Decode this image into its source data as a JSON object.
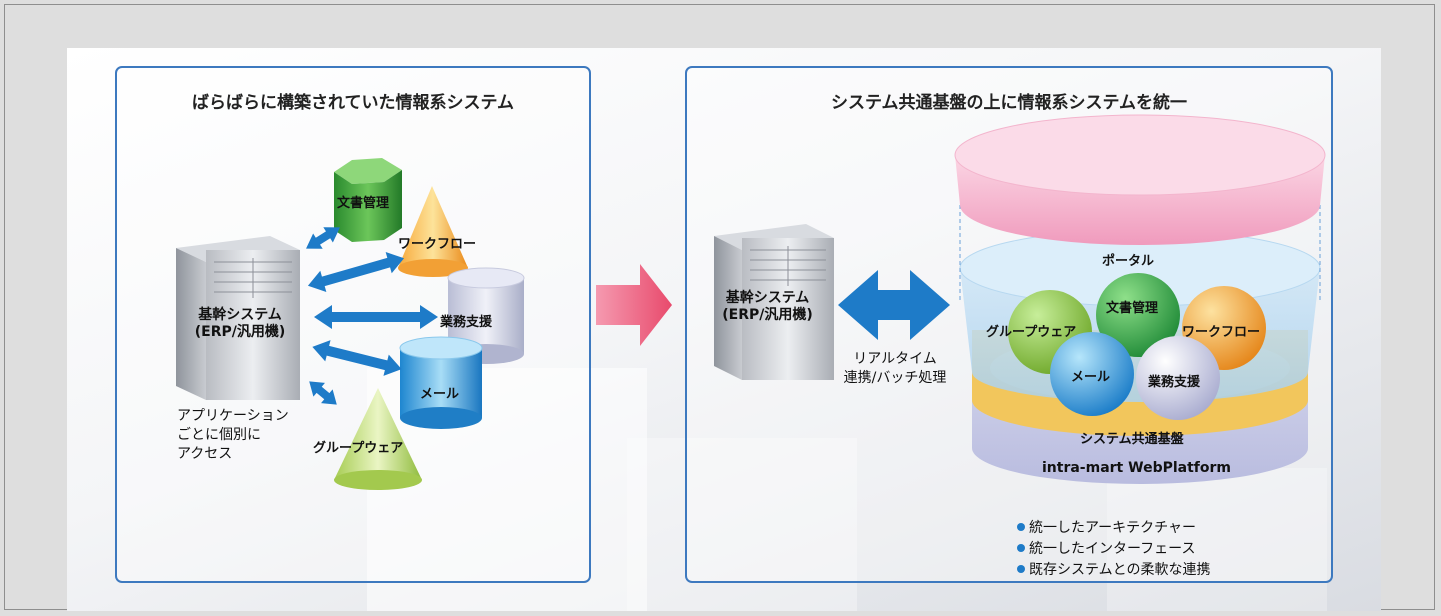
{
  "left_panel": {
    "title": "ばらばらに構築されていた情報系システム",
    "core_system": [
      "基幹システム",
      "(ERP/汎用機)"
    ],
    "nodes": {
      "document": "文書管理",
      "workflow": "ワークフロー",
      "business": "業務支援",
      "mail": "メール",
      "groupware": "グループウェア"
    },
    "access_note": [
      "アプリケーション",
      "ごとに個別に",
      "アクセス"
    ]
  },
  "right_panel": {
    "title": "システム共通基盤の上に情報系システムを統一",
    "core_system": [
      "基幹システム",
      "(ERP/汎用機)"
    ],
    "link_label": [
      "リアルタイム",
      "連携/バッチ処理"
    ],
    "portal": "ポータル",
    "spheres": {
      "document": "文書管理",
      "groupware": "グループウェア",
      "workflow": "ワークフロー",
      "mail": "メール",
      "business": "業務支援"
    },
    "platform": "システム共通基盤",
    "platform_name": "intra-mart WebPlatform",
    "bullets": [
      "統一したアーキテクチャー",
      "統一したインターフェース",
      "既存システムとの柔軟な連携"
    ]
  },
  "colors": {
    "panel_border": "#3d79bf",
    "arrow_blue": "#1e7bc8",
    "transition_arrow": "#ea5b78",
    "document": "#3a9e3c",
    "workflow": "#f08c1e",
    "business": "#c4c8dc",
    "mail": "#2b8fd6",
    "groupware": "#a5c94a",
    "portal": "#f1a7c5",
    "platform": "#f4c55a"
  }
}
